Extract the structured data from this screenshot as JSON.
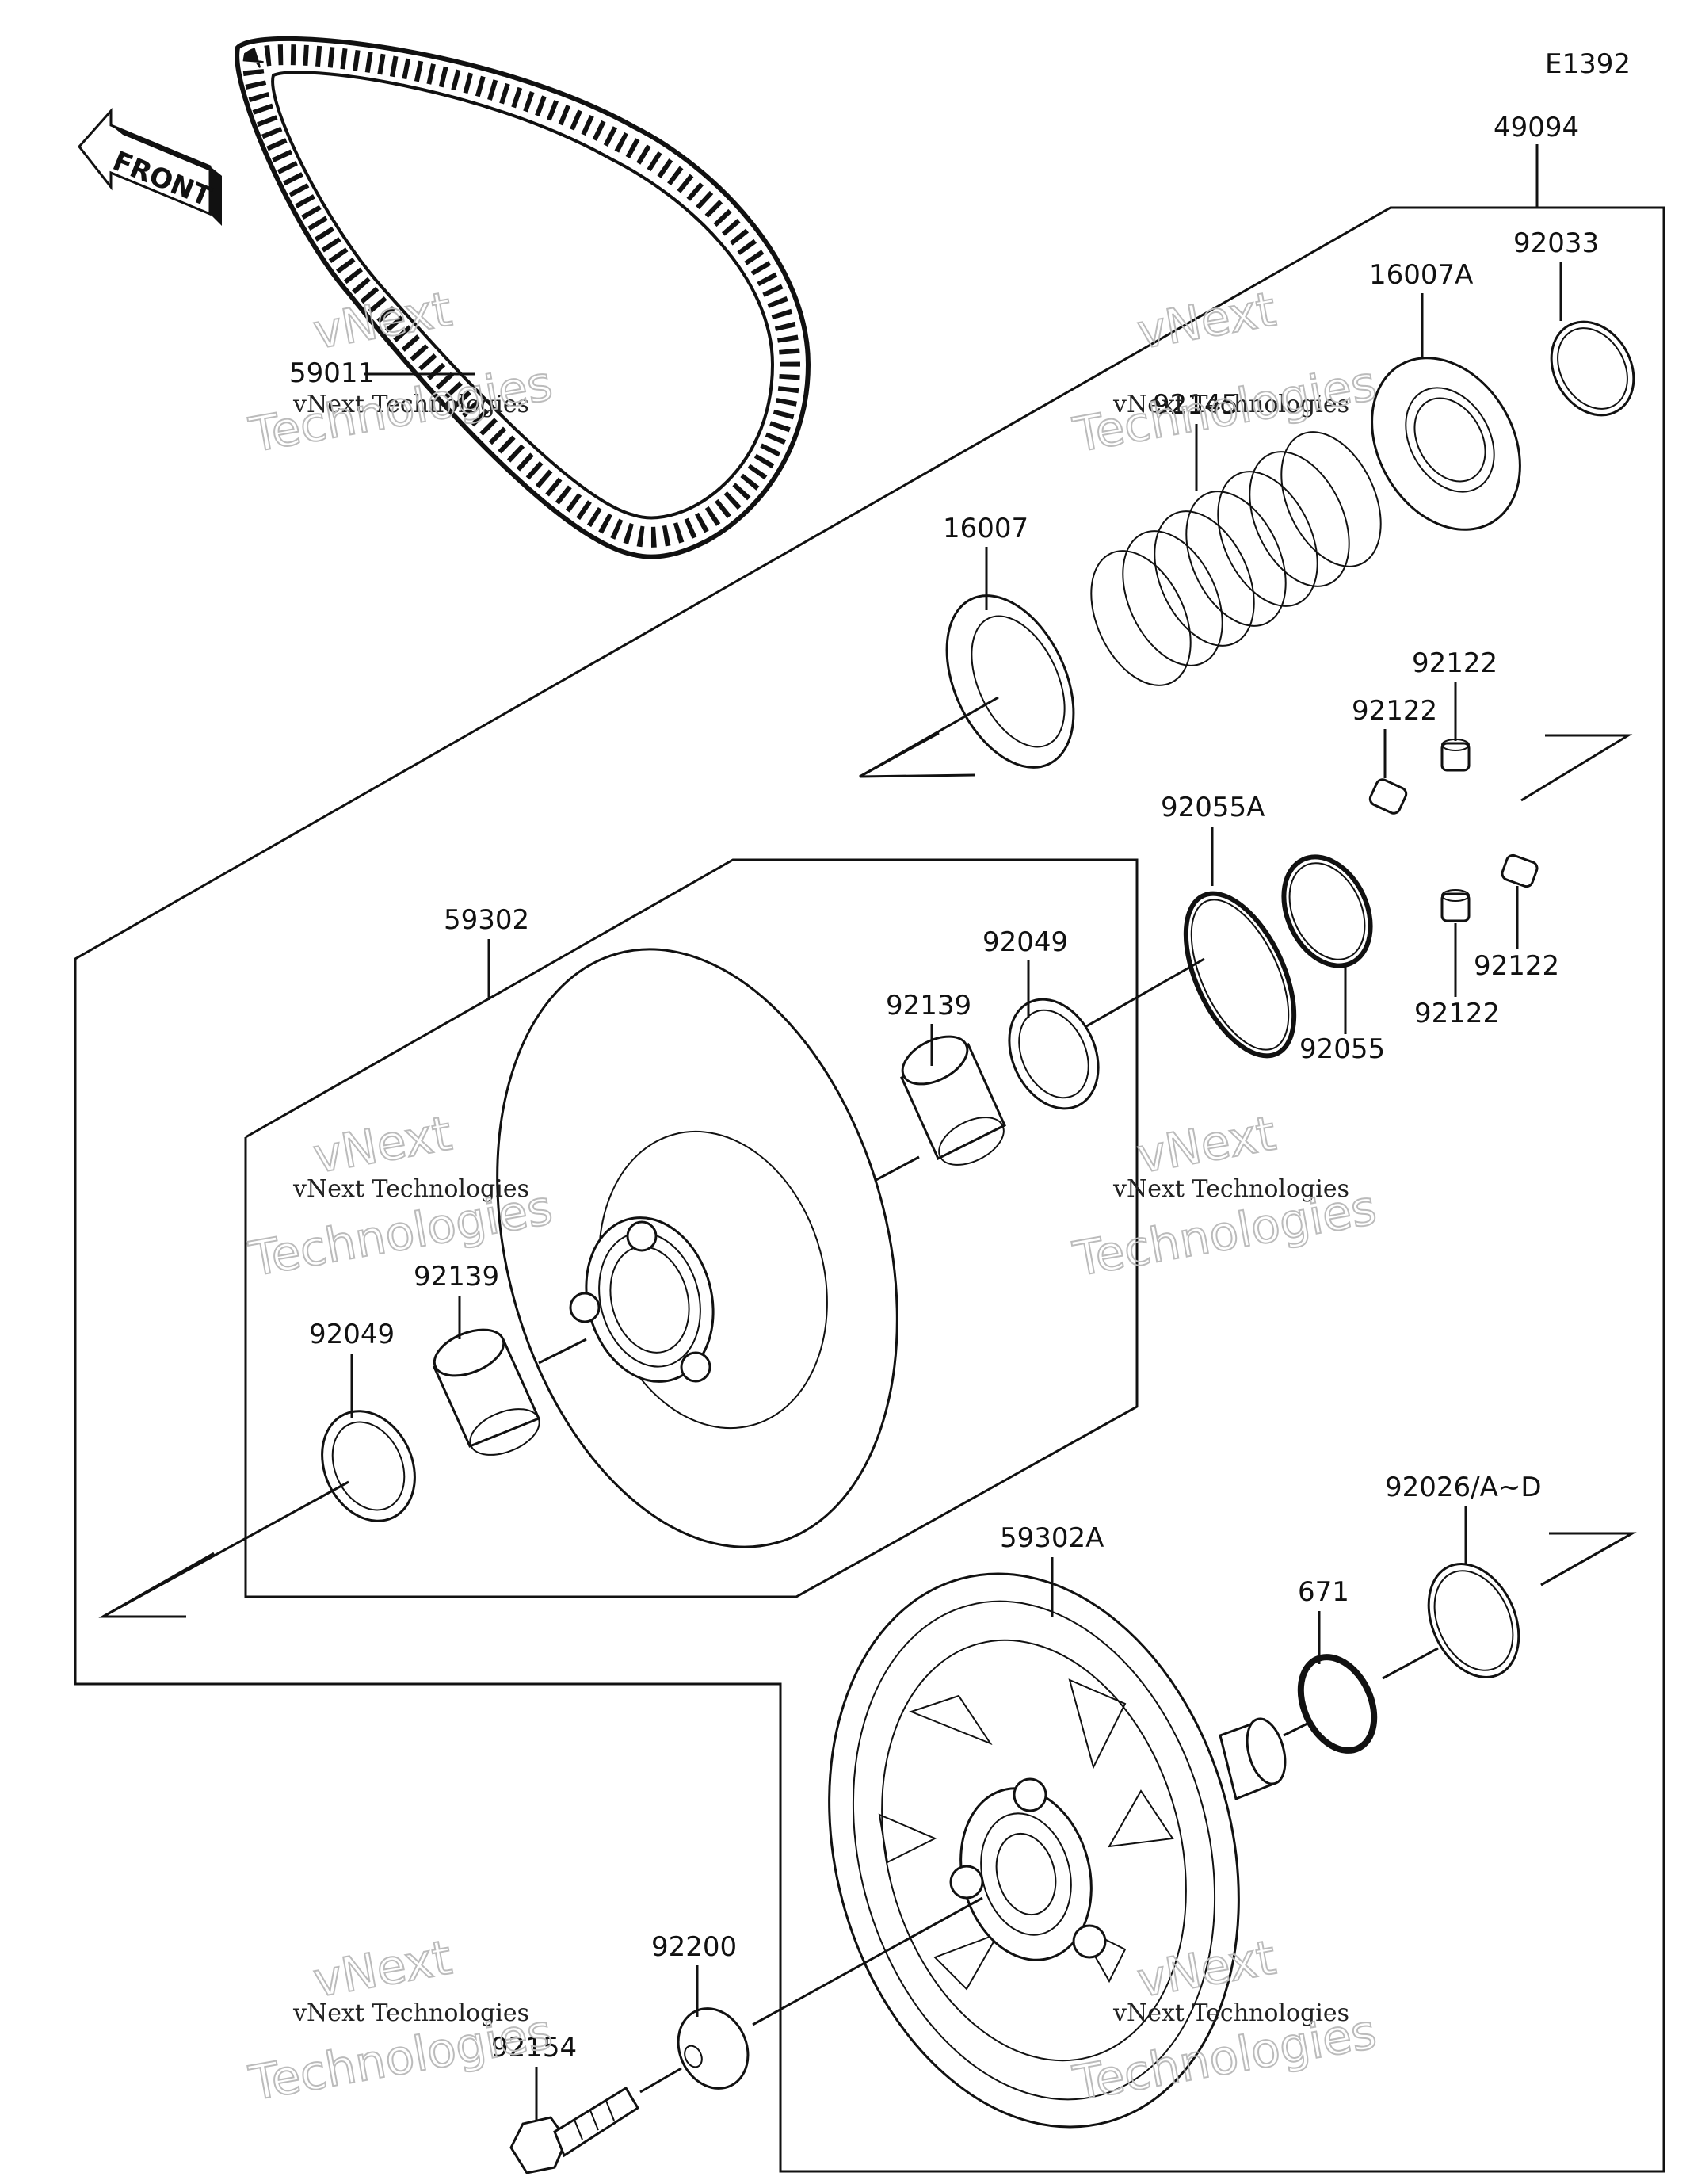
{
  "diagram_code": "E1392",
  "front_label": "FRONT",
  "watermarks": {
    "line1": "vNext Technologies",
    "line2": "vNext",
    "line3": "Technologies"
  },
  "parts": {
    "p49094": "49094",
    "p92033": "92033",
    "p16007A": "16007A",
    "p92145": "92145",
    "p16007": "16007",
    "p92122a": "92122",
    "p92122b": "92122",
    "p92122c": "92122",
    "p92122d": "92122",
    "p92055A": "92055A",
    "p92055": "92055",
    "p59302": "59302",
    "p92049a": "92049",
    "p92139a": "92139",
    "p92139b": "92139",
    "p92049b": "92049",
    "p59011": "59011",
    "p59302A": "59302A",
    "p92026": "92026/A~D",
    "p671": "671",
    "p92200": "92200",
    "p92154": "92154"
  }
}
